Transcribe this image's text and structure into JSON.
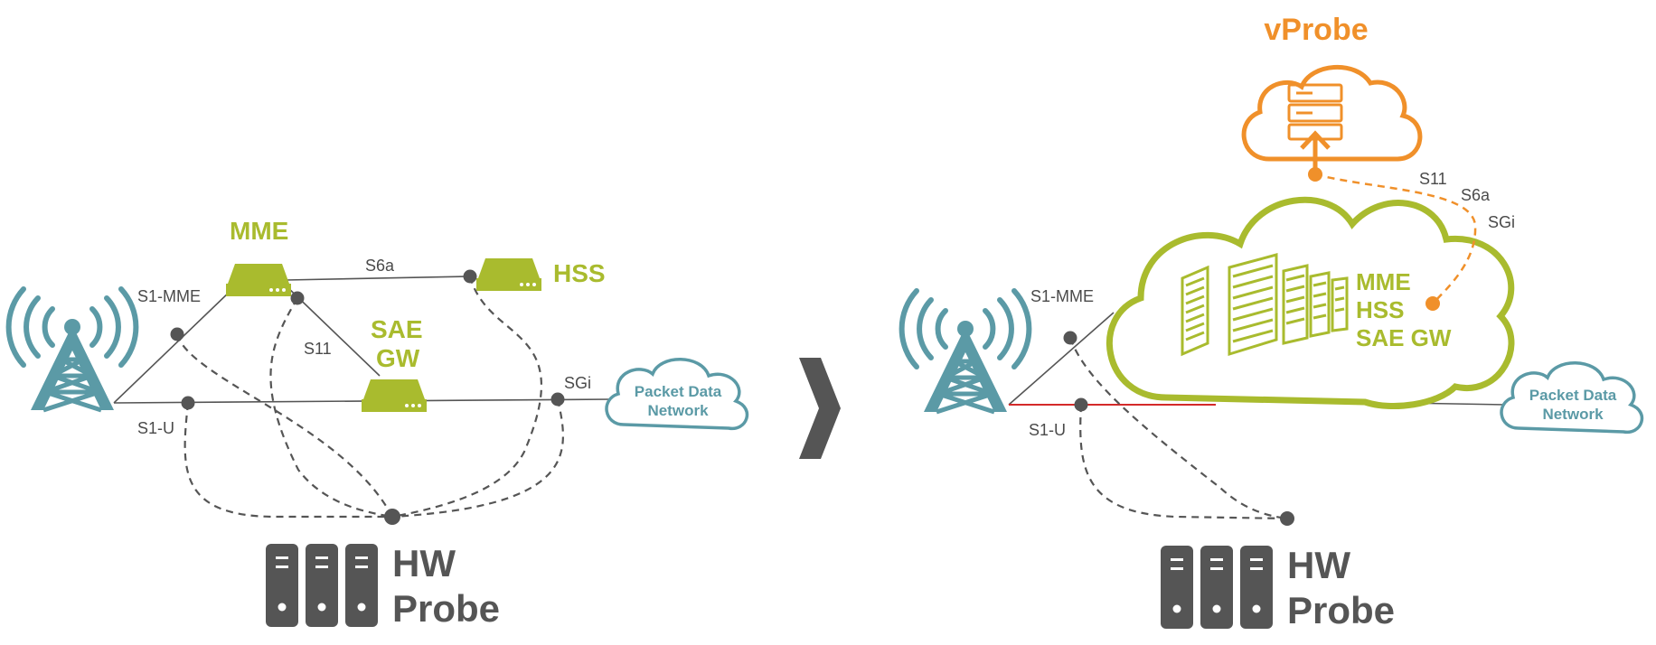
{
  "colors": {
    "green": "#a9bb2e",
    "teal": "#5b9aa6",
    "orange": "#f0902a",
    "gray": "#555555",
    "red": "#d42a2a"
  },
  "left": {
    "nodes": {
      "mme": "MME",
      "hss": "HSS",
      "sae_line1": "SAE",
      "sae_line2": "GW"
    },
    "labels": {
      "s1_mme": "S1-MME",
      "s6a": "S6a",
      "s11": "S11",
      "sgi": "SGi",
      "s1_u": "S1-U"
    },
    "cloud": {
      "line1": "Packet Data",
      "line2": "Network"
    },
    "probe": {
      "line1": "HW",
      "line2": "Probe"
    }
  },
  "arrow_icon": "chevron-right-icon",
  "right": {
    "vprobe": "vProbe",
    "vprobe_links": {
      "s11": "S11",
      "s6a": "S6a",
      "sgi": "SGi"
    },
    "core_cloud": {
      "line1": "MME",
      "line2": "HSS",
      "line3": "SAE GW"
    },
    "labels": {
      "s1_mme": "S1-MME",
      "s1_u": "S1-U"
    },
    "cloud": {
      "line1": "Packet Data",
      "line2": "Network"
    },
    "probe": {
      "line1": "HW",
      "line2": "Probe"
    }
  }
}
